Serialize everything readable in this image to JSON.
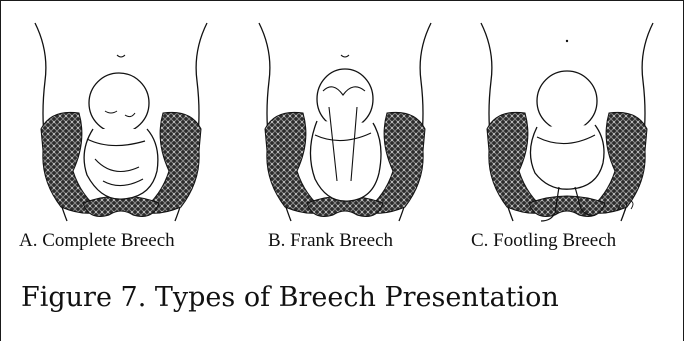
{
  "figure": {
    "title": "Figure 7. Types of Breech Presentation",
    "panels": [
      {
        "label": "A. Complete Breech"
      },
      {
        "label": "B. Frank Breech"
      },
      {
        "label": "C. Footling Breech"
      }
    ]
  },
  "colors": {
    "ink": "#111111",
    "pelvis": "#2b2b2b",
    "background": "#ffffff"
  }
}
